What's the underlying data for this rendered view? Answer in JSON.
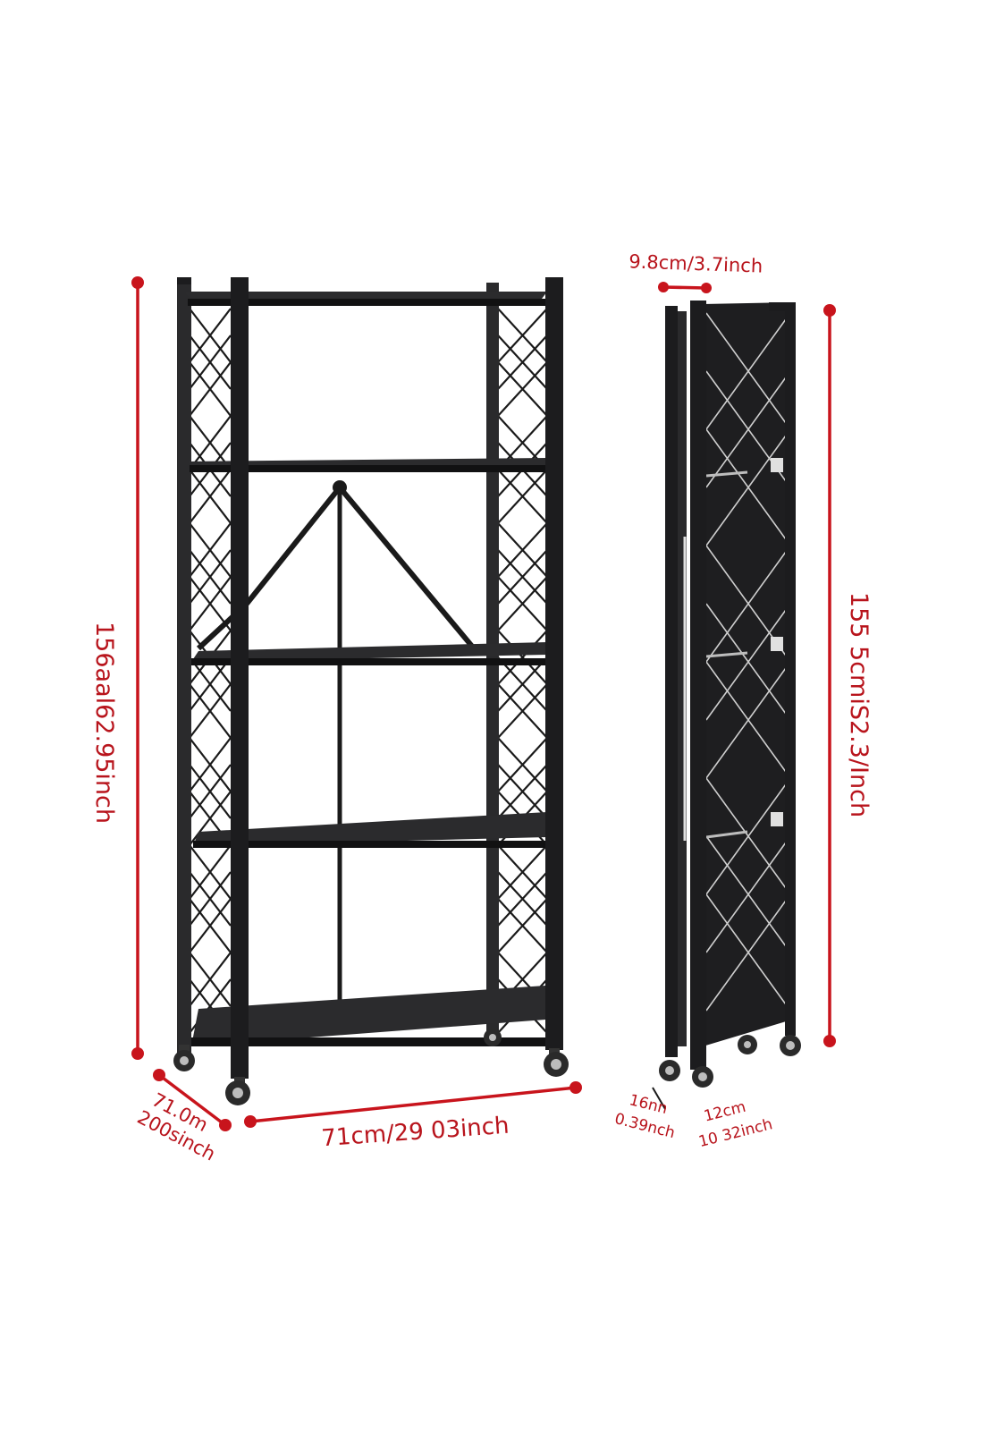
{
  "diagram": {
    "dimensions": {
      "height_expanded": "156aal62.95inch",
      "width_expanded": "71cm/29 03inch",
      "depth_expanded": {
        "line1": "71.0m",
        "line2": "200sinch"
      },
      "depth_folded": "9.8cm/3.7inch",
      "height_folded": "155 5cmiS2.3/Inch",
      "wheel_gap": {
        "line1": "16nn",
        "line2": "0.39nch"
      },
      "folded_width": {
        "line1": "12cm",
        "line2": "10 32inch"
      }
    },
    "colors": {
      "dimension": "#c8141c",
      "frame": "#1c1c1e"
    }
  }
}
